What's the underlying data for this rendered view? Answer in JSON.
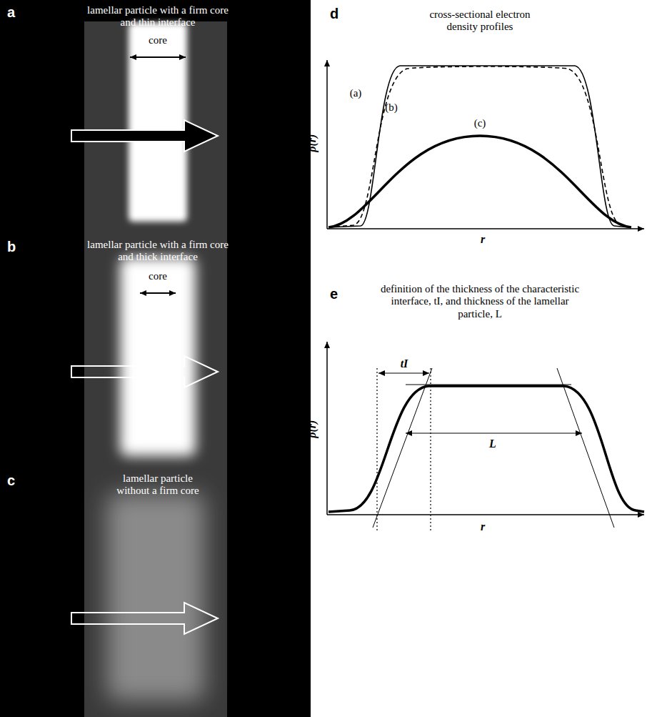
{
  "diagram": {
    "nodes": [
      {
        "text": [
          "a",
          "lamellar particle with a firm core and thin interface",
          "core"
        ]
      },
      {
        "text": [
          "b",
          "lamellar particle with a firm core and thick interface",
          "core"
        ]
      },
      {
        "text": [
          "c",
          "lamellar particle without a firm core"
        ]
      }
    ],
    "labels": [
      "d",
      "cross-sectional electron density profiles",
      "ρ(r)",
      "r",
      "(a)",
      "(b)",
      "(c)",
      "e",
      "definition of the thickness of the characteristic interface, tI, and thickness of the lamellar particle, L",
      "tI",
      "L",
      "ρ(r)",
      "r"
    ]
  }
}
